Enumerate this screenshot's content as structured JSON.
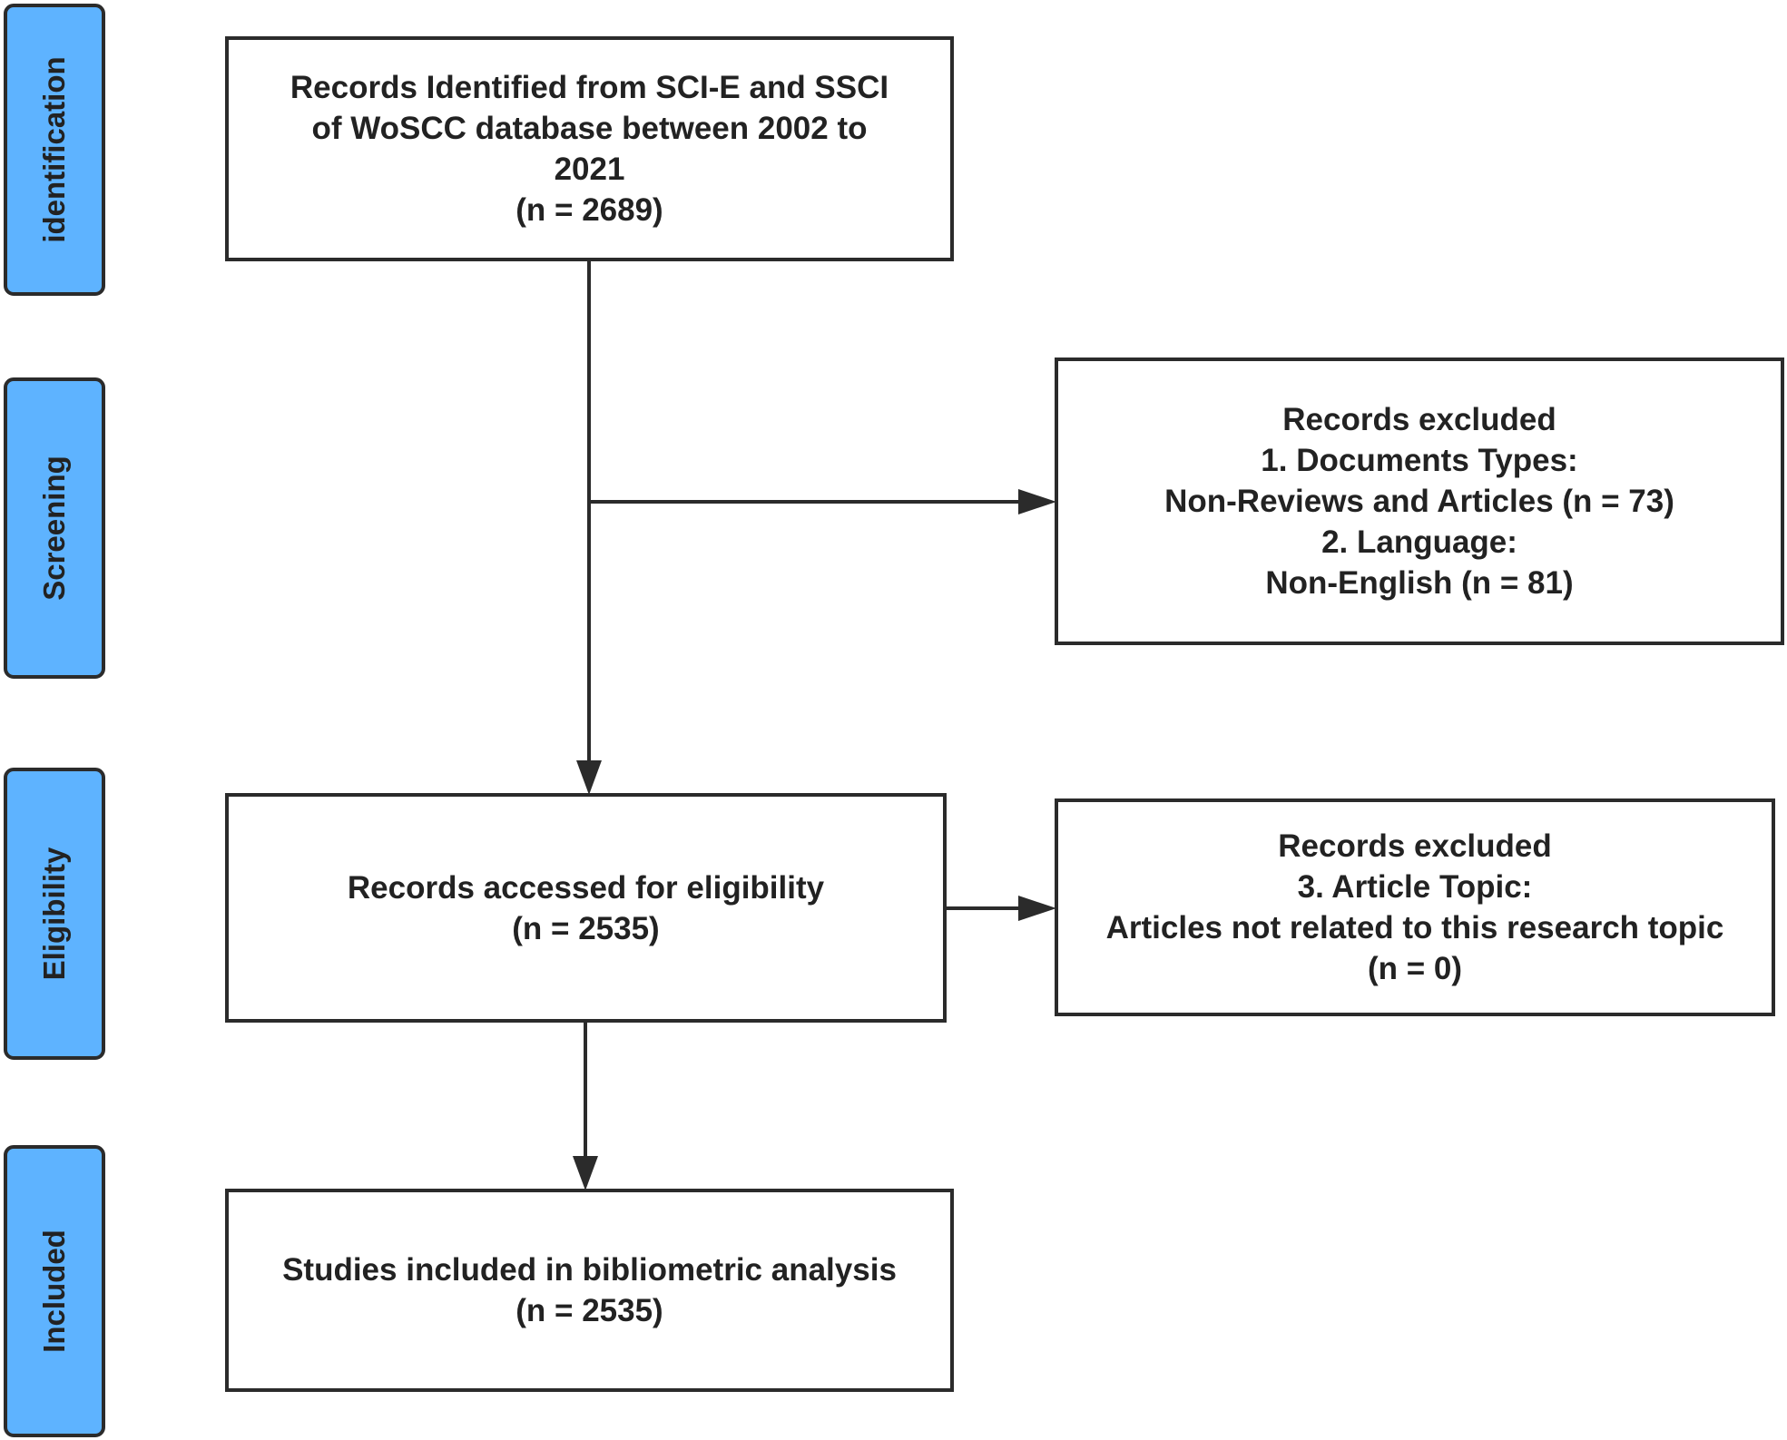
{
  "stages": [
    {
      "id": "identification",
      "label": "identification"
    },
    {
      "id": "screening",
      "label": "Screening"
    },
    {
      "id": "eligibility",
      "label": "Eligibility"
    },
    {
      "id": "included",
      "label": "Included"
    }
  ],
  "boxes": {
    "identified": {
      "lines": [
        "Records Identified from SCI-E and SSCI",
        "of WoSCC database between 2002 to",
        "2021",
        "(n = 2689)"
      ]
    },
    "excluded_screening": {
      "lines": [
        "Records excluded",
        "1. Documents Types:",
        "Non-Reviews and Articles (n = 73)",
        "2. Language:",
        "Non-English (n = 81)"
      ]
    },
    "eligibility": {
      "lines": [
        "Records accessed for eligibility",
        "(n = 2535)"
      ]
    },
    "excluded_eligibility": {
      "lines": [
        "Records excluded",
        "3. Article Topic:",
        "Articles not related to this research topic",
        "(n = 0)"
      ]
    },
    "included": {
      "lines": [
        "Studies included in bibliometric analysis",
        "(n = 2535)"
      ]
    }
  },
  "colors": {
    "stage_fill": "#5eb3ff",
    "stroke": "#2b2b2b",
    "text": "#222222"
  }
}
